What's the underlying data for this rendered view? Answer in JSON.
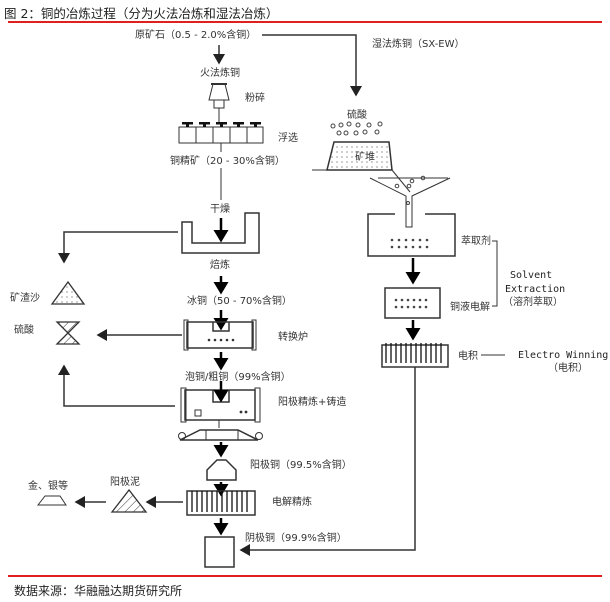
{
  "figure": {
    "title": "图 2：铜的冶炼过程（分为火法冶炼和湿法冶炼）",
    "source": "数据来源：华融融达期货研究所",
    "rule_color": "#e02020"
  },
  "pyro": {
    "raw_ore": "原矿石（0.5 - 2.0%含铜）",
    "branch_label": "火法炼铜",
    "crush": "粉碎",
    "flotation": "浮选",
    "concentrate": "铜精矿（20 - 30%含铜）",
    "dry": "干燥",
    "roast": "焙炼",
    "matte": "冰铜（50 - 70%含铜）",
    "converter": "转换炉",
    "blister": "泡铜/粗铜（99%含铜）",
    "anode_refine_cast": "阳极精炼+铸造",
    "anode_copper": "阳极铜（99.5%含铜）",
    "electrolytic_refining": "电解精炼",
    "cathode_copper": "阴极铜（99.9%含铜）"
  },
  "byproducts": {
    "slag": "矿渣沙",
    "sulfuric_acid": "硫酸",
    "anode_slime": "阳极泥",
    "gold_silver": "金、银等"
  },
  "hydro": {
    "branch_label": "湿法炼铜（SX-EW）",
    "acid": "硫酸",
    "heap": "矿堆",
    "extractant": "萃取剂",
    "electrolyte": "铜液电解",
    "sx_en": "Solvent",
    "sx_en2": "Extraction",
    "sx_cn": "（溶剂萃取）",
    "ew_short": "电积",
    "ew_en": "Electro Winning",
    "ew_cn": "（电积）"
  }
}
